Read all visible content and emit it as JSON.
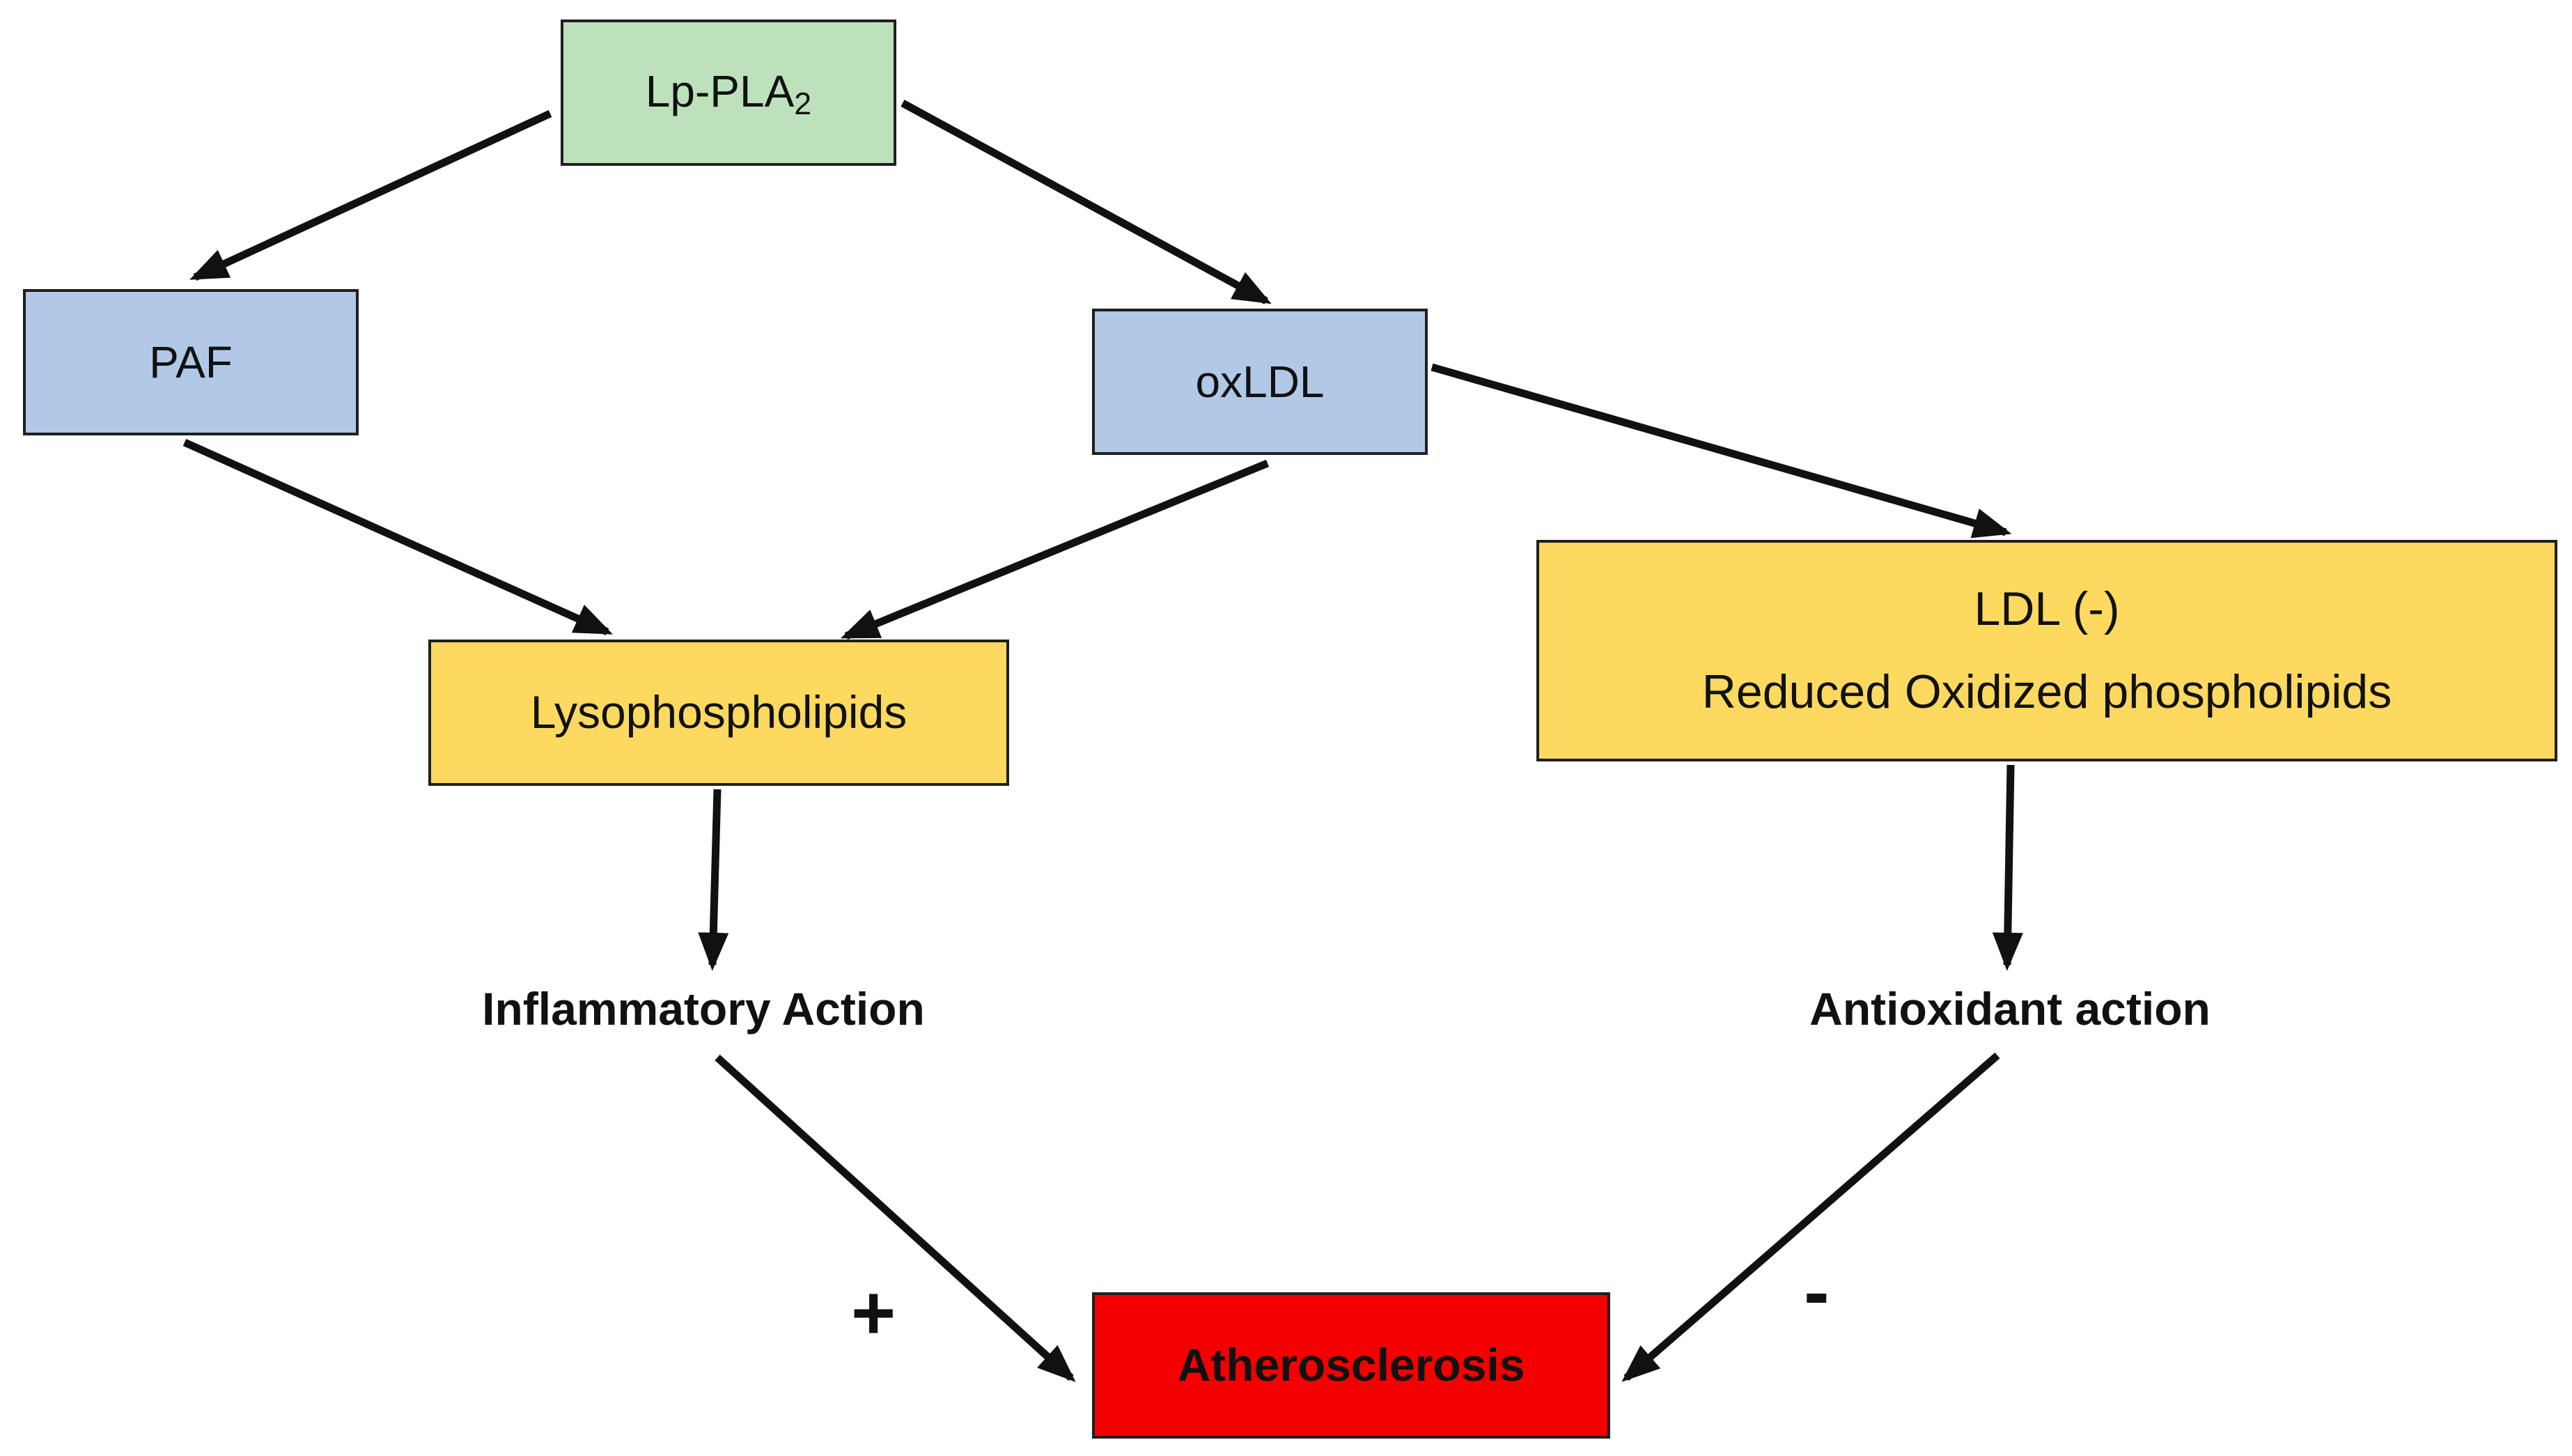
{
  "colors": {
    "green_node": "#bde2bb",
    "blue_node": "#b1c8e7",
    "yellow_node": "#fdd95f",
    "red_node": "#f40000",
    "arrow": "#111111"
  },
  "nodes": {
    "lppla2": {
      "text": "Lp-PLA",
      "subscript": "2"
    },
    "paf": {
      "text": "PAF"
    },
    "oxldl": {
      "text": "oxLDL"
    },
    "lysophospholipids": {
      "text": "Lysophospholipids"
    },
    "ldl_minus": {
      "line1": "LDL (-)",
      "line2": "Reduced Oxidized phospholipids"
    },
    "atherosclerosis": {
      "text": "Atherosclerosis"
    }
  },
  "labels": {
    "inflammatory_action": "Inflammatory Action",
    "antioxidant_action": "Antioxidant action",
    "plus": "+",
    "minus": "-"
  },
  "edges": [
    {
      "from": "Lp-PLA2",
      "to": "PAF"
    },
    {
      "from": "Lp-PLA2",
      "to": "oxLDL"
    },
    {
      "from": "PAF",
      "to": "Lysophospholipids"
    },
    {
      "from": "oxLDL",
      "to": "Lysophospholipids"
    },
    {
      "from": "oxLDL",
      "to": "LDL (-)"
    },
    {
      "from": "Lysophospholipids",
      "to": "Inflammatory Action"
    },
    {
      "from": "LDL (-)",
      "to": "Antioxidant action"
    },
    {
      "from": "Inflammatory Action",
      "to": "Atherosclerosis"
    },
    {
      "from": "Antioxidant action",
      "to": "Atherosclerosis"
    }
  ]
}
